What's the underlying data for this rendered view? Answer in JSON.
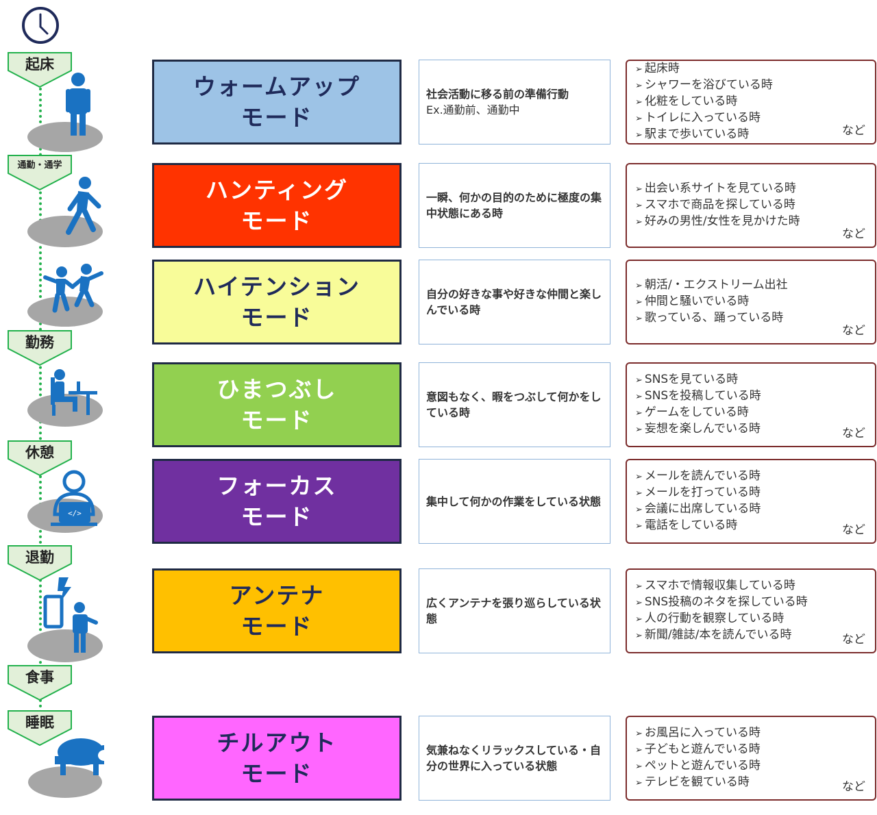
{
  "timeline": {
    "stages": [
      {
        "label": "起床",
        "icon": "wake-up-stage"
      },
      {
        "label": "通勤・通学",
        "icon": "commute-stage"
      },
      {
        "label": "勤務",
        "icon": "work-stage"
      },
      {
        "label": "休憩",
        "icon": "break-stage"
      },
      {
        "label": "退勤",
        "icon": "leave-work-stage"
      },
      {
        "label": "食事",
        "icon": "meal-stage"
      },
      {
        "label": "睡眠",
        "icon": "sleep-stage"
      }
    ],
    "figures": [
      "standing-person-icon",
      "walking-person-icon",
      "dancing-people-icon",
      "desk-worker-icon",
      "laptop-user-icon",
      "smartphone-person-icon",
      "sloth-icon"
    ],
    "line_color": "#22b14c"
  },
  "modes": [
    {
      "name": "ウォームアップ\nモード",
      "color": "#9dc3e6",
      "text_color": "#1f2a5a",
      "desc_main": "社会活動に移る前の準備行動",
      "desc_sub": "Ex.通勤前、通勤中",
      "examples": [
        "起床時",
        "シャワーを浴びている時",
        "化粧をしている時",
        "トイレに入っている時",
        "駅まで歩いている時"
      ],
      "etc": "など"
    },
    {
      "name": "ハンティング\nモード",
      "color": "#ff3300",
      "text_color": "#ffffff",
      "desc_main": "一瞬、何かの目的のために極度の集中状態にある時",
      "desc_sub": "",
      "examples": [
        "出会い系サイトを見ている時",
        "スマホで商品を探している時",
        "好みの男性/女性を見かけた時"
      ],
      "etc": "など"
    },
    {
      "name": "ハイテンション\nモード",
      "color": "#f8fc99",
      "text_color": "#1f2a5a",
      "desc_main": "自分の好きな事や好きな仲間と楽しんでいる時",
      "desc_sub": "",
      "examples": [
        "朝活/・エクストリーム出社",
        "仲間と騒いでいる時",
        "歌っている、踊っている時"
      ],
      "etc": "など"
    },
    {
      "name": "ひまつぶし\nモード",
      "color": "#92d050",
      "text_color": "#ffffff",
      "desc_main": "意図もなく、暇をつぶして何かをしている時",
      "desc_sub": "",
      "examples": [
        "SNSを見ている時",
        "SNSを投稿している時",
        "ゲームをしている時",
        "妄想を楽しんでいる時"
      ],
      "etc": "など"
    },
    {
      "name": "フォーカス\nモード",
      "color": "#7030a0",
      "text_color": "#ffffff",
      "desc_main": "集中して何かの作業をしている状態",
      "desc_sub": "",
      "examples": [
        "メールを読んでいる時",
        "メールを打っている時",
        "会議に出席している時",
        "電話をしている時"
      ],
      "etc": "など"
    },
    {
      "name": "アンテナ\nモード",
      "color": "#ffc000",
      "text_color": "#1f2a5a",
      "desc_main": "広くアンテナを張り巡らしている状態",
      "desc_sub": "",
      "examples": [
        "スマホで情報収集している時",
        "SNS投稿のネタを探している時",
        "人の行動を観察している時",
        "新聞/雑誌/本を読んでいる時"
      ],
      "etc": "など"
    },
    {
      "name": "チルアウト\nモード",
      "color": "#ff66ff",
      "text_color": "#1f2a5a",
      "desc_main": "気兼ねなくリラックスしている・自分の世界に入っている状態",
      "desc_sub": "",
      "examples": [
        "お風呂に入っている時",
        "子どもと遊んでいる時",
        "ペットと遊んでいる時",
        "テレビを観ている時"
      ],
      "etc": "など"
    }
  ]
}
